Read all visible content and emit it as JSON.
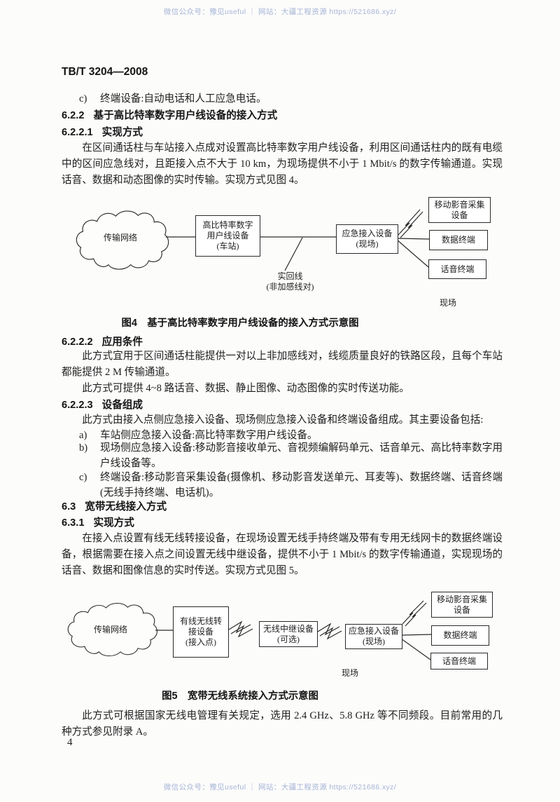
{
  "watermark": {
    "text": "微信公众号：豫见useful ｜ 网站：大疆工程资源 https://521686.xyz/",
    "color": "#a6b4d6"
  },
  "header": {
    "doc_number": "TB/T 3204—2008"
  },
  "body": {
    "item_c": {
      "marker": "c)",
      "text": "终端设备:自动电话和人工应急电话。"
    },
    "h622": {
      "num": "6.2.2",
      "title": "基于高比特率数字用户线设备的接入方式"
    },
    "h6221": {
      "num": "6.2.2.1",
      "title": "实现方式"
    },
    "p6221": "在区间通话柱与车站接入点成对设置高比特率数字用户线设备，利用区间通话柱内的既有电缆中的区间应急线对，且距接入点不大于 10 km，为现场提供不小于 1 Mbit/s 的数字传输通道。实现话音、数据和动态图像的实时传输。实现方式见图 4。",
    "h6222": {
      "num": "6.2.2.2",
      "title": "应用条件"
    },
    "p6222a": "此方式宜用于区间通话柱能提供一对以上非加感线对，线缆质量良好的铁路区段，且每个车站都能提供 2 M 传输通道。",
    "p6222b": "此方式可提供 4~8 路话音、数据、静止图像、动态图像的实时传送功能。",
    "h6223": {
      "num": "6.2.2.3",
      "title": "设备组成"
    },
    "p6223": "此方式由接入点侧应急接入设备、现场侧应急接入设备和终端设备组成。其主要设备包括:",
    "list6223": [
      {
        "marker": "a)",
        "text": "车站侧应急接入设备:高比特率数字用户线设备。"
      },
      {
        "marker": "b)",
        "text": "现场侧应急接入设备:移动影音接收单元、音视频编解码单元、话音单元、高比特率数字用户线设备等。"
      },
      {
        "marker": "c)",
        "text": "终端设备:移动影音采集设备(摄像机、移动影音发送单元、耳麦等)、数据终端、话音终端(无线手持终端、电话机)。"
      }
    ],
    "h63": {
      "num": "6.3",
      "title": "宽带无线接入方式"
    },
    "h631": {
      "num": "6.3.1",
      "title": "实现方式"
    },
    "p631": "在接入点设置有线无线转接设备，在现场设置无线手持终端及带有专用无线网卡的数据终端设备，根据需要在接入点之间设置无线中继设备，提供不小于 1 Mbit/s 的数字传输通道，实现现场的话音、数据和图像信息的实时传送。实现方式见图 5。",
    "p_final": "此方式可根据国家无线电管理有关规定，选用 2.4 GHz、5.8 GHz 等不同频段。目前常用的几种方式参见附录 A。"
  },
  "figures": [
    {
      "cloud": "传输网络",
      "nodes": {
        "station": "高比特率数字\n用户线设备\n(车站)",
        "access": "应急接入设备\n(现场)"
      },
      "line_label": "实回线\n(非加感线对)",
      "terminals": [
        "移动影音采集\n设备",
        "数据终端",
        "话音终端"
      ],
      "site_label": "现场",
      "caption": "图4　基于高比特率数字用户线设备的接入方式示意图"
    },
    {
      "cloud": "传输网络",
      "nodes": {
        "converter": "有线无线转\n接设备\n(接入点)",
        "relay": "无线中继设备\n(可选)",
        "access": "应急接入设备\n(现场)"
      },
      "terminals": [
        "移动影音采集\n设备",
        "数据终端",
        "话音终端"
      ],
      "site_label": "现场",
      "caption": "图5　宽带无线系统接入方式示意图"
    }
  ],
  "footer": {
    "page_number": "4"
  }
}
